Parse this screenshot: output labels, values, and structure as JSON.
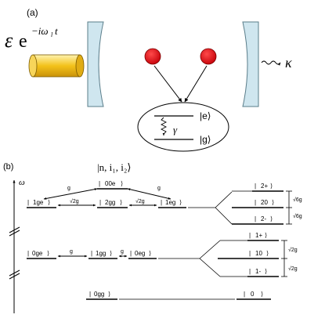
{
  "panel_a": {
    "label": "(a)",
    "drive_amplitude": "ε",
    "drive_exponent": "−iω",
    "drive_exponent_sub": "l",
    "drive_time": "t",
    "cavity_decay": "κ",
    "atom_decay": "γ",
    "excited_state": "|e⟩",
    "ground_state": "|g⟩",
    "colors": {
      "atom": "#e8000e",
      "drive_beam": "#f3c21a",
      "mirror": "#cfe6ef"
    }
  },
  "panel_b": {
    "label": "(b)",
    "axis_symbol": "ω",
    "basis_label": "|n, i₁, i₂⟩",
    "bare_states": {
      "ee": "00e",
      "ge": "1ge",
      "gge": "2gg",
      "eg": "1eg",
      "one_ge": "0ge",
      "one_gg": "1gg",
      "one_eg": "0eg",
      "ground": "0gg"
    },
    "couplings": {
      "g": "g",
      "sqrt2g": "√2g"
    },
    "dressed_states": {
      "two_plus": "2+",
      "two_zero": "20",
      "two_minus": "2-",
      "one_plus": "1+",
      "one_zero": "10",
      "one_minus": "1-",
      "zero": "0"
    },
    "splittings": {
      "upper_1": "√6g",
      "upper_2": "√6g",
      "lower_1": "√2g",
      "lower_2": "√2g"
    }
  }
}
